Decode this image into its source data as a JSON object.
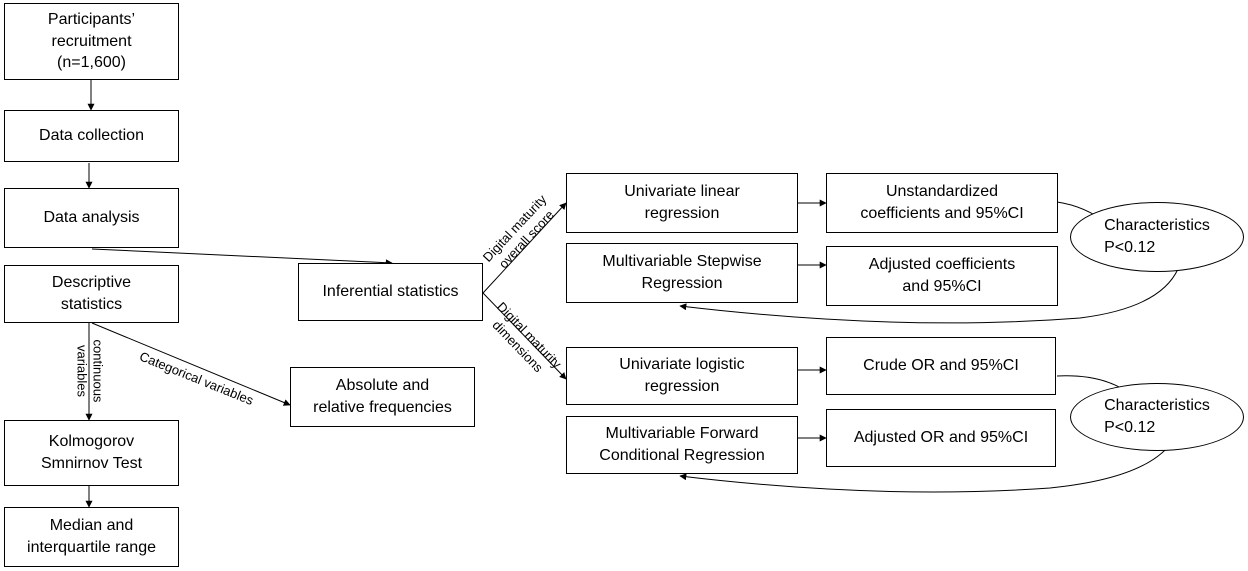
{
  "boxes": {
    "recruitment": "Participants’\nrecruitment\n(n=1,600)",
    "data_collection": "Data collection",
    "data_analysis": "Data analysis",
    "descriptive": "Descriptive\nstatistics",
    "kolmogorov": "Kolmogorov\nSmnirnov Test",
    "median": "Median and\ninterquartile range",
    "absolute": "Absolute and\nrelative frequencies",
    "inferential": "Inferential statistics",
    "univ_linear": "Univariate linear\nregression",
    "multi_stepwise": "Multivariable Stepwise\nRegression",
    "unstandardized": "Unstandardized\ncoefficients and 95%CI",
    "adjusted_coef": "Adjusted coefficients\nand 95%CI",
    "univ_logistic": "Univariate logistic\nregression",
    "multi_forward": "Multivariable Forward\nConditional Regression",
    "crude_or": "Crude OR and 95%CI",
    "adjusted_or": "Adjusted OR and 95%CI"
  },
  "ovals": {
    "characteristics_top": "Characteristics\nP<0.12",
    "characteristics_bottom": "Characteristics\nP<0.12"
  },
  "edge_labels": {
    "continuous_1": "continuous",
    "continuous_2": "variables",
    "categorical": "Categorical variables",
    "overall_1": "Digital maturity",
    "overall_2": "overall score",
    "dimensions_1": "Digital maturity",
    "dimensions_2": "dimensions"
  }
}
